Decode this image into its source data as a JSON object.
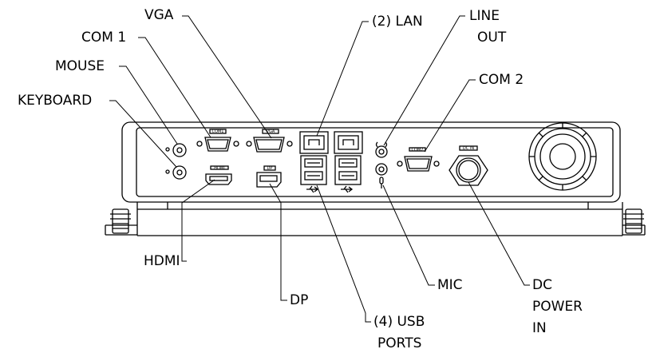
{
  "labels": {
    "vga": "VGA",
    "com1": "COM 1",
    "mouse": "MOUSE",
    "keyboard": "KEYBOARD",
    "lan": "(2) LAN",
    "line_out_1": "LINE",
    "line_out_2": "OUT",
    "com2": "COM 2",
    "hdmi": "HDMI",
    "dp": "DP",
    "usb_1": "(4) USB",
    "usb_2": "PORTS",
    "mic": "MIC",
    "dc_1": "DC",
    "dc_2": "POWER",
    "dc_3": "IN"
  },
  "panel_markings": {
    "com1": "COM1",
    "vga": "VGA",
    "hdmi": "HDMI",
    "dp": "DP",
    "com2": "COM2",
    "dc_in": "DC IN"
  },
  "colors": {
    "ink": "#000000",
    "background": "#ffffff"
  }
}
